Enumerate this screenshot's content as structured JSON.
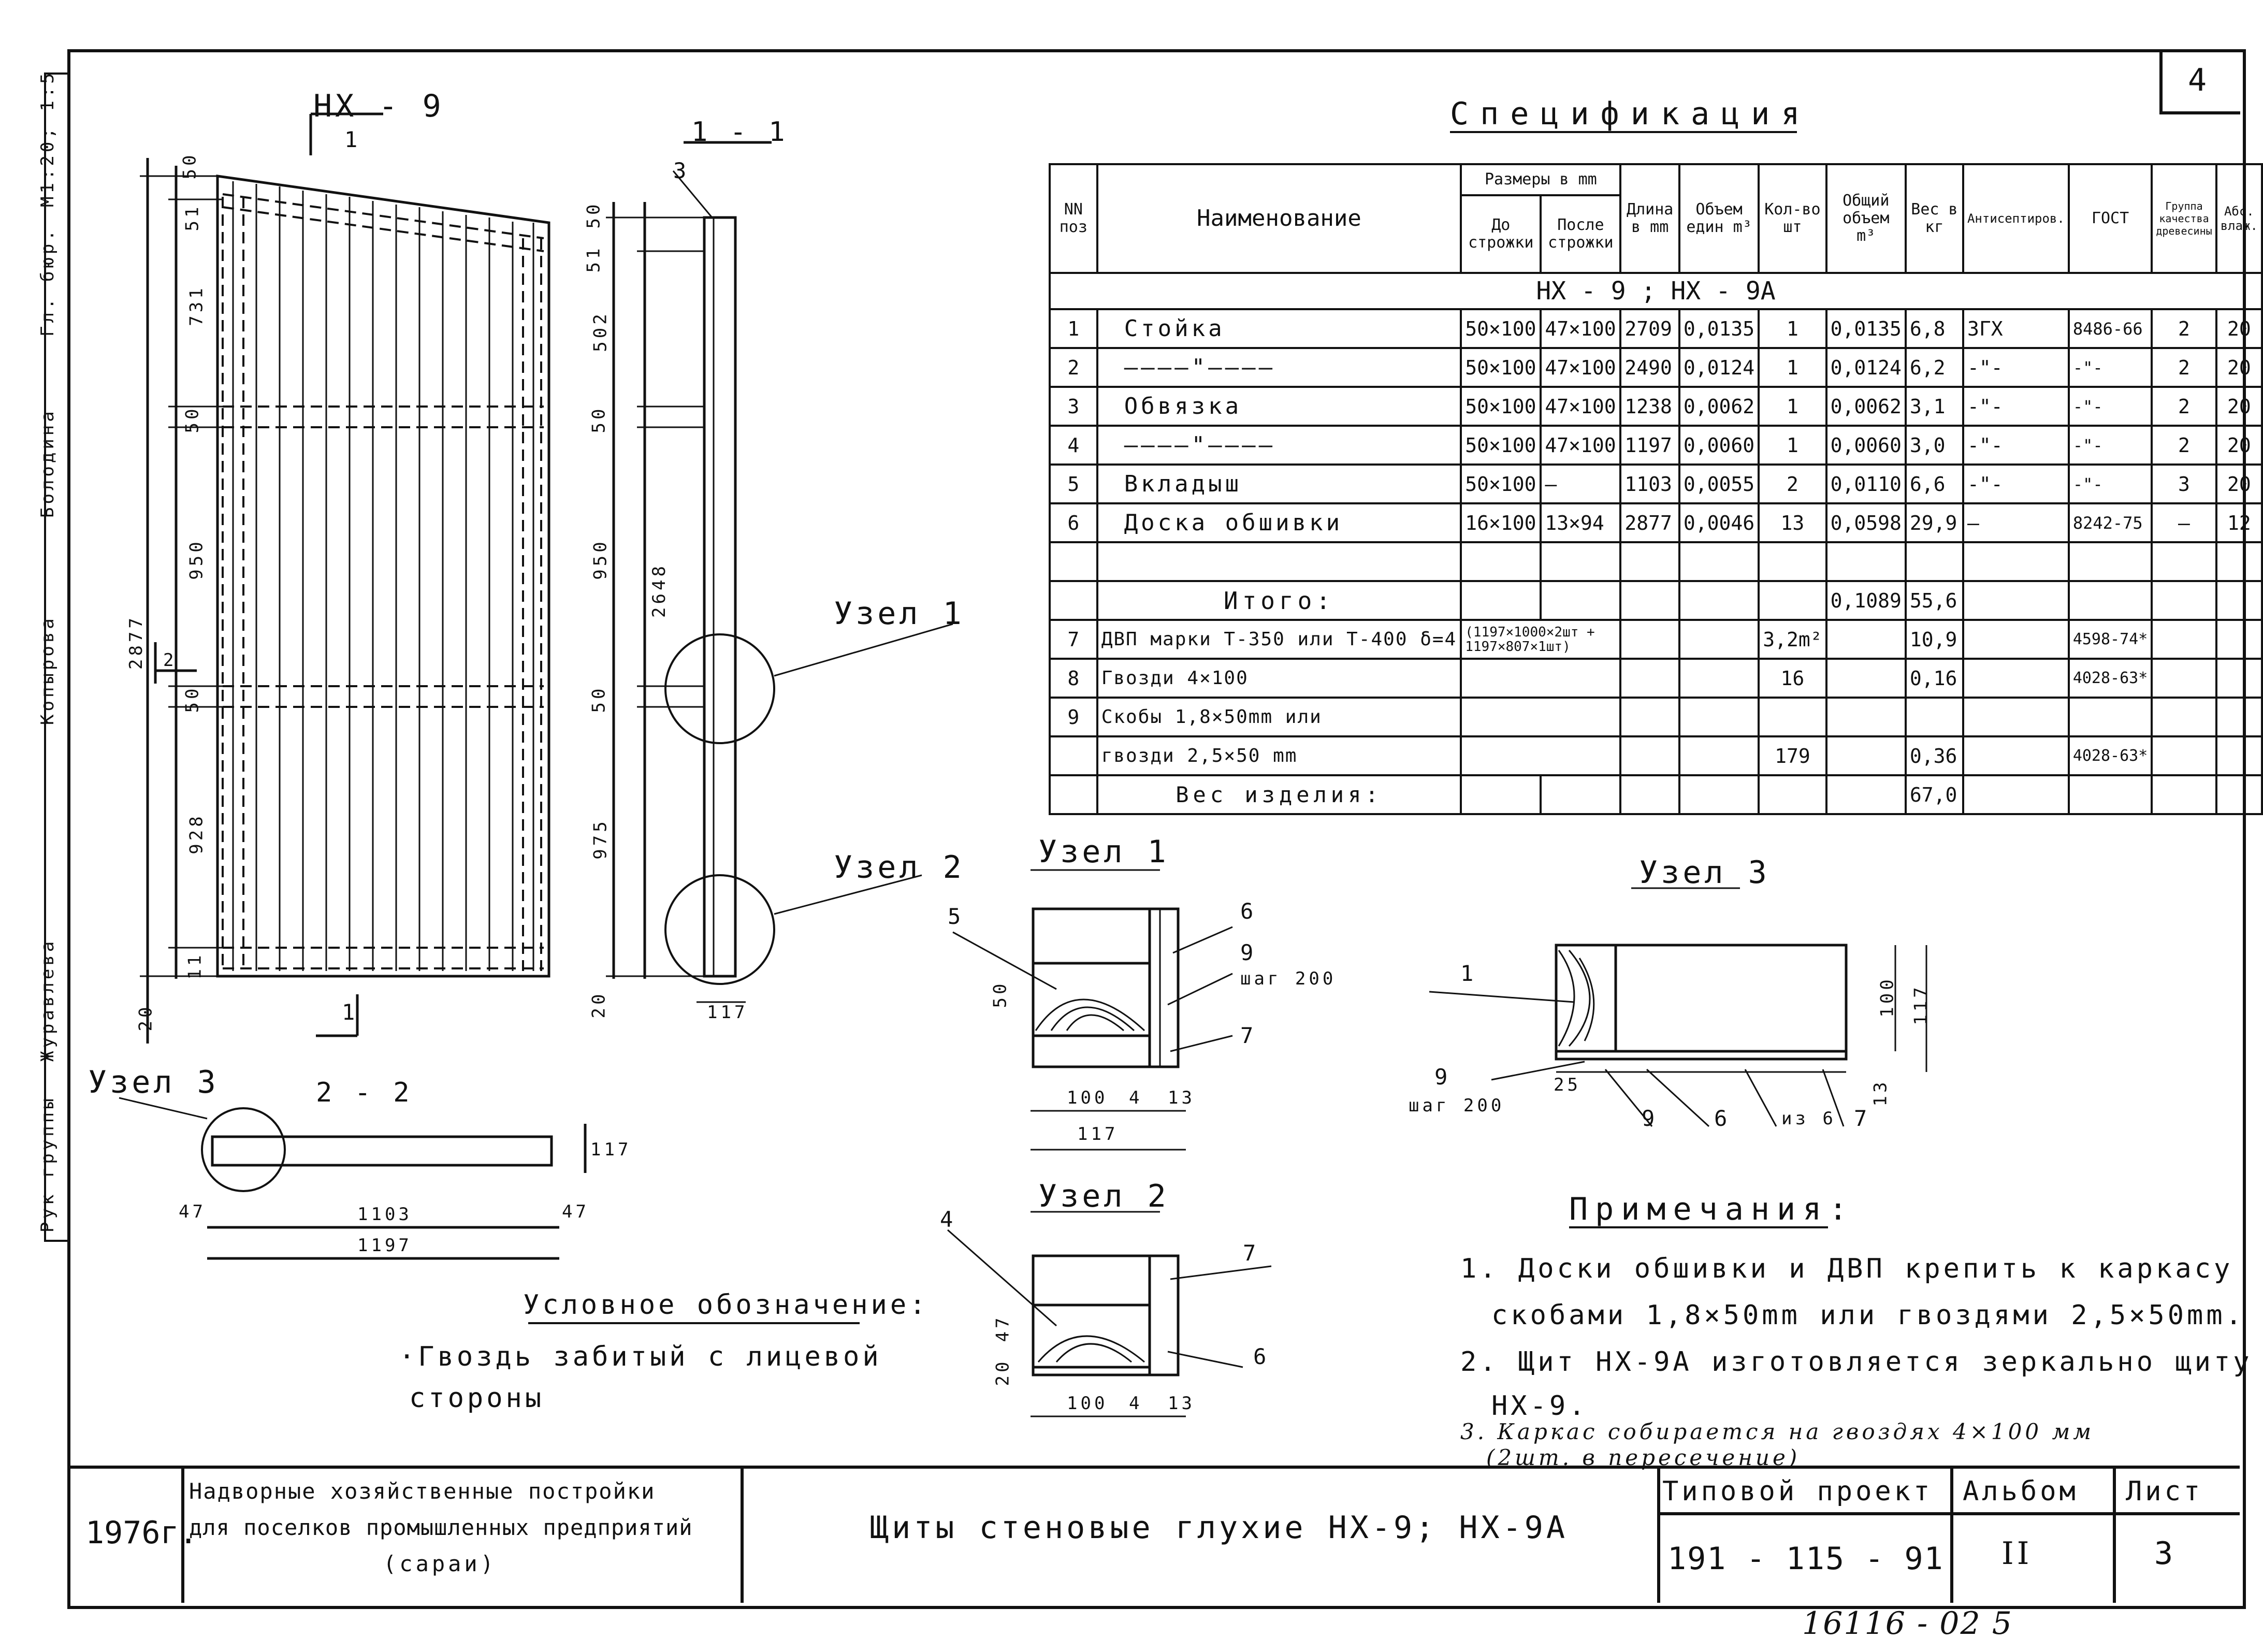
{
  "sheet": {
    "corner_number": "4",
    "sheet_index": "16116 - 02  5"
  },
  "left_margin": {
    "scale": "М1:20; 1:5",
    "signatures": [
      "Рук группы",
      "Журавлева",
      "Копырова",
      "Болодина",
      "Гл. бюр."
    ]
  },
  "title": "Спецификация",
  "table": {
    "headers": {
      "pos": "NN поз",
      "name": "Наименование",
      "size_group": "Размеры в mm",
      "size_before": "До строжки",
      "size_after": "После строжки",
      "length": "Длина в mm",
      "unit_volume": "Объем един m³",
      "qty": "Кол-во шт",
      "total_volume": "Общий объем m³",
      "weight": "Вес в кг",
      "antiseptic": "Антисептиров.",
      "gost": "ГОСТ",
      "wood_group": "Группа качества древесины",
      "abs": "Абс. влаж."
    },
    "group_label": "НХ - 9 ;  НХ - 9А",
    "rows": [
      {
        "pos": "1",
        "name": "Стойка",
        "before": "50×100",
        "after": "47×100",
        "length": "2709",
        "unit_volume": "0,0135",
        "qty": "1",
        "total_volume": "0,0135",
        "weight": "6,8",
        "antiseptic": "ЗГХ",
        "gost": "8486-66",
        "wood_group": "2",
        "abs": "20"
      },
      {
        "pos": "2",
        "name": "————\"————",
        "before": "50×100",
        "after": "47×100",
        "length": "2490",
        "unit_volume": "0,0124",
        "qty": "1",
        "total_volume": "0,0124",
        "weight": "6,2",
        "antiseptic": "-\"-",
        "gost": "-\"-",
        "wood_group": "2",
        "abs": "20"
      },
      {
        "pos": "3",
        "name": "Обвязка",
        "before": "50×100",
        "after": "47×100",
        "length": "1238",
        "unit_volume": "0,0062",
        "qty": "1",
        "total_volume": "0,0062",
        "weight": "3,1",
        "antiseptic": "-\"-",
        "gost": "-\"-",
        "wood_group": "2",
        "abs": "20"
      },
      {
        "pos": "4",
        "name": "————\"————",
        "before": "50×100",
        "after": "47×100",
        "length": "1197",
        "unit_volume": "0,0060",
        "qty": "1",
        "total_volume": "0,0060",
        "weight": "3,0",
        "antiseptic": "-\"-",
        "gost": "-\"-",
        "wood_group": "2",
        "abs": "20"
      },
      {
        "pos": "5",
        "name": "Вкладыш",
        "before": "50×100",
        "after": "—",
        "length": "1103",
        "unit_volume": "0,0055",
        "qty": "2",
        "total_volume": "0,0110",
        "weight": "6,6",
        "antiseptic": "-\"-",
        "gost": "-\"-",
        "wood_group": "3",
        "abs": "20"
      },
      {
        "pos": "6",
        "name": "Доска обшивки",
        "before": "16×100",
        "after": "13×94",
        "length": "2877",
        "unit_volume": "0,0046",
        "qty": "13",
        "total_volume": "0,0598",
        "weight": "29,9",
        "antiseptic": "—",
        "gost": "8242-75",
        "wood_group": "—",
        "abs": "12"
      }
    ],
    "total": {
      "label": "Итого:",
      "total_volume": "0,1089",
      "weight": "55,6"
    },
    "extra_rows": [
      {
        "pos": "7",
        "name": "ДВП марки Т-350 или Т-400 δ=4",
        "size": "(1197×1000×2шт + 1197×807×1шт)",
        "qty": "3,2m²",
        "weight": "10,9",
        "gost": "4598-74*"
      },
      {
        "pos": "8",
        "name": "Гвозди 4×100",
        "size": "",
        "qty": "16",
        "weight": "0,16",
        "gost": "4028-63*"
      },
      {
        "pos": "9",
        "name": "Скобы 1,8×50mm или",
        "size": "",
        "qty": "",
        "weight": "",
        "gost": ""
      },
      {
        "pos": "",
        "name": "гвозди 2,5×50 mm",
        "size": "",
        "qty": "179",
        "weight": "0,36",
        "gost": "4028-63*"
      }
    ],
    "product_weight": {
      "label": "Вес изделия:",
      "weight": "67,0"
    }
  },
  "drawings": {
    "panel_label": "НХ - 9",
    "section_1_1": "1 - 1",
    "section_2_2": "2 - 2",
    "cut_marker": "1",
    "node_label_1": "Узел 1",
    "node_label_2": "Узел 2",
    "node_label_3": "Узел 3",
    "dims_left": [
      "50",
      "51",
      "731",
      "50",
      "950",
      "50",
      "928",
      "11",
      "20"
    ],
    "dim_total_left": "2877",
    "dim_mark_2": "2",
    "dims_right": [
      "50",
      "51",
      "502",
      "50",
      "950",
      "50",
      "975",
      "20"
    ],
    "dim_total_right": "2648",
    "section_dims": {
      "w47a": "47",
      "w1103": "1103",
      "w47b": "47",
      "w1197": "1197",
      "h117": "117"
    },
    "side_dim": "117",
    "callout_3": "3",
    "node1": {
      "callouts": [
        "5",
        "6",
        "9",
        "7"
      ],
      "step": "шаг 200",
      "dims": [
        "50",
        "100",
        "4",
        "13",
        "117"
      ]
    },
    "node2": {
      "callouts": [
        "4",
        "7",
        "6"
      ],
      "dims": [
        "47",
        "20",
        "100",
        "4",
        "13"
      ]
    },
    "node3": {
      "callouts": [
        "1",
        "9",
        "9",
        "6",
        "7"
      ],
      "step": "шаг 200",
      "dims": [
        "100",
        "117",
        "25",
        "13"
      ],
      "note": "из 6"
    }
  },
  "legend": {
    "title": "Условное обозначение:",
    "text_1": "·Гвоздь забитый  с лицевой",
    "text_2": "стороны"
  },
  "notes": {
    "title": "Примечания:",
    "n1a": "1. Доски обшивки и ДВП крепить к каркасу",
    "n1b": "скобами 1,8×50mm  или гвоздями 2,5×50mm.",
    "n2a": "2. Щит  НХ-9А  изготовляется  зеркально щиту",
    "n2b": "НХ-9.",
    "n3a": "3. Каркас  собирается на гвоздях  4×100 мм",
    "n3b": "(2шт.   в  пересечение)"
  },
  "title_block": {
    "year": "1976г.",
    "org_1": "Надворные хозяйственные постройки",
    "org_2": "для поселков промышленных предприятий",
    "org_3": "(сараи)",
    "drawing_title": "Щиты стеновые глухие  НХ-9; НХ-9А",
    "project_label": "Типовой проект",
    "project_number": "191 - 115 - 91",
    "album_label": "Альбом",
    "album_value": "II",
    "sheet_label": "Лист",
    "sheet_value": "3"
  }
}
